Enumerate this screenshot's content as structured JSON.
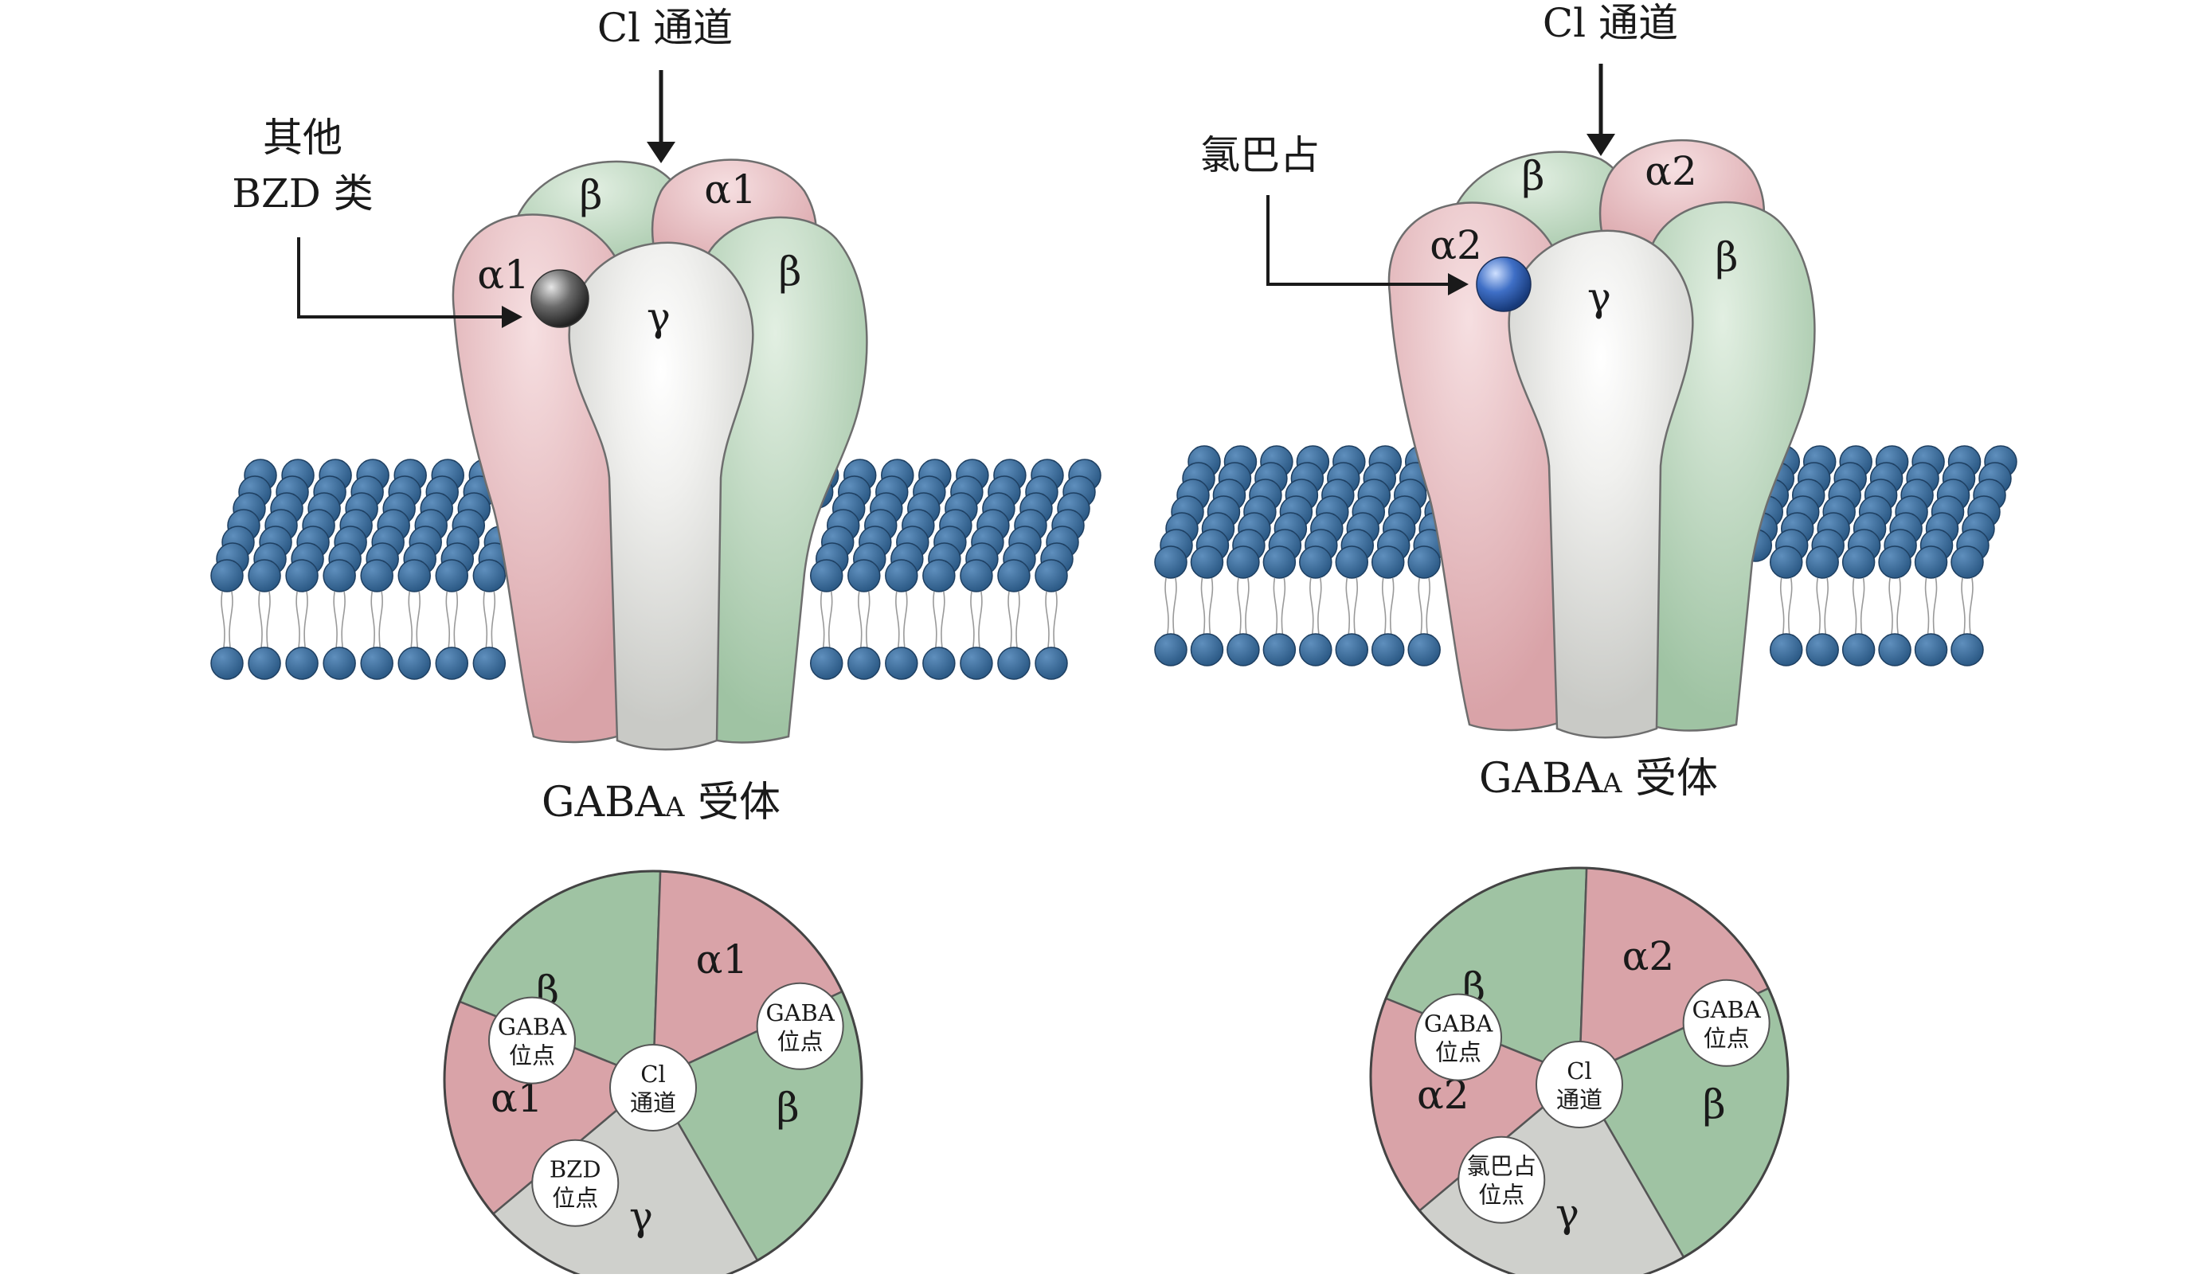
{
  "left": {
    "top_label": "Cl 通道",
    "side_label_1": "其他",
    "side_label_2": "BZD 类",
    "subunits": {
      "beta_back": "β",
      "alpha_back": "α1",
      "alpha_front": "α1",
      "gamma": "γ",
      "beta_front": "β"
    },
    "caption_main": "GABA",
    "caption_sub": "A",
    "caption_tail": " 受体",
    "circle": {
      "beta_top": "β",
      "alpha_top": "α1",
      "beta_right": "β",
      "gamma": "γ",
      "alpha_left": "α1",
      "gaba_site_left": [
        "GABA",
        "位点"
      ],
      "gaba_site_right": [
        "GABA",
        "位点"
      ],
      "center": [
        "Cl",
        "通道"
      ],
      "drug_site": [
        "BZD",
        "位点"
      ]
    }
  },
  "right": {
    "top_label": "Cl 通道",
    "side_label_1": "氯巴占",
    "subunits": {
      "beta_back": "β",
      "alpha_back": "α2",
      "alpha_front": "α2",
      "gamma": "γ",
      "beta_front": "β"
    },
    "caption_main": "GABA",
    "caption_sub": "A",
    "caption_tail": " 受体",
    "circle": {
      "beta_top": "β",
      "alpha_top": "α2",
      "beta_right": "β",
      "gamma": "γ",
      "alpha_left": "α2",
      "gaba_site_left": [
        "GABA",
        "位点"
      ],
      "gaba_site_right": [
        "GABA",
        "位点"
      ],
      "center": [
        "Cl",
        "通道"
      ],
      "drug_site": [
        "氯巴占",
        "位点"
      ]
    }
  },
  "colors": {
    "pink": "#d9a3a8",
    "pink_light": "#ecc6c9",
    "green": "#9fc3a3",
    "green_light": "#cfe3d0",
    "gray": "#cfd0cc",
    "gray_light": "#ffffff",
    "lipid_head": "#3d6e9c",
    "lipid_head_dark": "#22476c",
    "sphere_left": "#6a6a6a",
    "sphere_right": "#3f6fc6",
    "outline": "#6e6e6e"
  }
}
